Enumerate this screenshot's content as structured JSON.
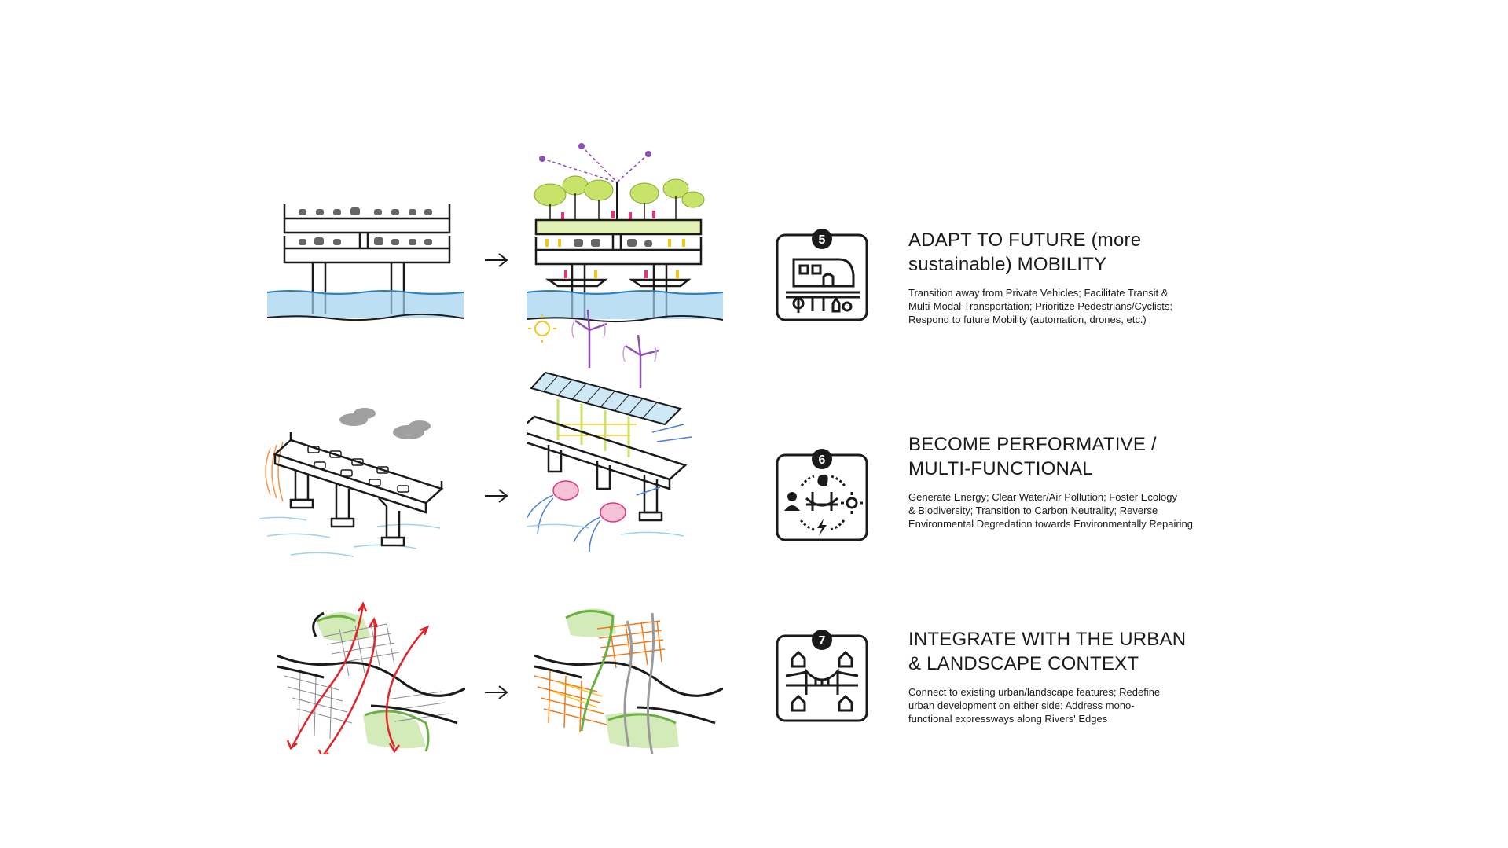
{
  "colors": {
    "ink": "#1a1a1a",
    "water": "#9fd1ee",
    "green": "#c8e36a",
    "red": "#e0262a",
    "orange": "#f07a1a",
    "purple": "#8e4fb0",
    "pink": "#e5337d",
    "yellow": "#f2c81f",
    "gray": "#9a9a9a"
  },
  "principles": [
    {
      "number": "5",
      "icon": "train-mobility-icon",
      "heading_lines": [
        "ADAPT TO FUTURE (more",
        "sustainable) MOBILITY"
      ],
      "description_lines": [
        "Transition away from Private Vehicles; Facilitate Transit &",
        "Multi-Modal Transportation; Prioritize Pedestrians/Cyclists;",
        "Respond to future Mobility (automation, drones, etc.)"
      ]
    },
    {
      "number": "6",
      "icon": "eco-cycle-icon",
      "heading_lines": [
        "BECOME PERFORMATIVE /",
        "MULTI-FUNCTIONAL"
      ],
      "description_lines": [
        "Generate Energy; Clear Water/Air Pollution; Foster Ecology",
        "& Biodiversity; Transition to Carbon Neutrality; Reverse",
        "Environmental Degredation towards Environmentally Repairing"
      ]
    },
    {
      "number": "7",
      "icon": "bridge-houses-icon",
      "heading_lines": [
        "INTEGRATE WITH THE URBAN",
        "& LANDSCAPE CONTEXT"
      ],
      "description_lines": [
        "Connect to existing urban/landscape features; Redefine",
        "urban development on either side; Address mono-",
        "functional expressways along Rivers' Edges"
      ]
    }
  ]
}
